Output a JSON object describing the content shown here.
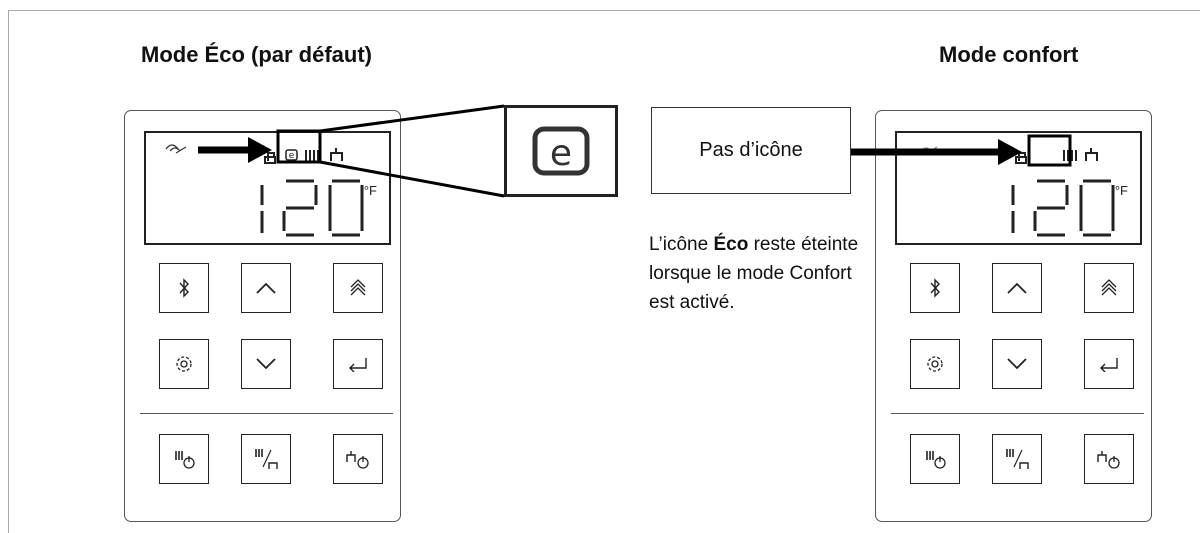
{
  "headings": {
    "left": "Mode Éco (par défaut)",
    "right": "Mode confort"
  },
  "display": {
    "temperature": "120",
    "unit": "°F"
  },
  "callout": {
    "no_icon": "Pas d’icône",
    "desc_prefix": "L’icône ",
    "desc_bold": "Éco",
    "desc_suffix": " reste éteinte lorsque le mode Confort est activé."
  },
  "zoom_icon_letter": "e",
  "buttons": {
    "row1": [
      "bluetooth-icon",
      "chevron-up-icon",
      "double-chevron-up-icon"
    ],
    "row2": [
      "gear-icon",
      "chevron-down-icon",
      "enter-icon"
    ],
    "row3": [
      "heater-power-icon",
      "heater-tap-switch-icon",
      "tap-power-icon"
    ]
  },
  "colors": {
    "line": "#222222",
    "border": "#555555"
  }
}
